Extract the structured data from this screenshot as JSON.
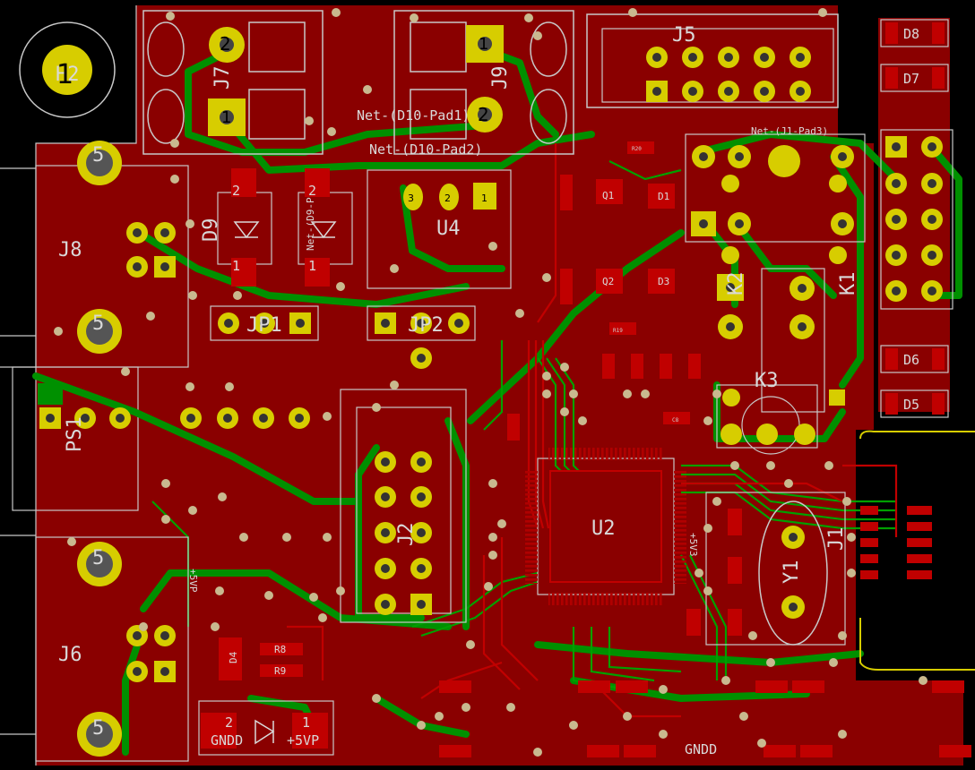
{
  "board": {
    "colors": {
      "background": "#000000",
      "copper_front": "#8a0000",
      "copper_back": "#008a00",
      "trace_red": "#b00000",
      "pad": "#d7cd00",
      "silkscreen": "#d9d9d9",
      "outline": "#c8c8c8"
    }
  },
  "mounting_hole": {
    "label": "H2",
    "number": "1"
  },
  "connectors": {
    "J7": {
      "ref": "J7",
      "pad1": "1",
      "pad2": "2"
    },
    "J9": {
      "ref": "J9",
      "pad1": "1",
      "pad2": "2"
    },
    "J5": {
      "ref": "J5"
    },
    "J8": {
      "ref": "J8",
      "top": "5",
      "bottom": "5"
    },
    "J6": {
      "ref": "J6",
      "top": "5",
      "bottom": "5"
    },
    "J2": {
      "ref": "J2"
    },
    "J1": {
      "ref": "J1"
    },
    "PS1": {
      "ref": "PS1"
    },
    "JP1": {
      "ref": "JP1"
    },
    "JP2": {
      "ref": "JP2"
    }
  },
  "nets": {
    "d10_pad1": "Net-(D10-Pad1)",
    "d10_pad2": "Net-(D10-Pad2)",
    "j1_pad3": "Net-(J1-Pad3)",
    "d9_net": "Net-(D9-Pad1)"
  },
  "components": {
    "D9": "D9",
    "D10_pad_a": "2",
    "D10_pad_b": "1",
    "D9_pad_a": "2",
    "D9_pad_b": "1",
    "U4": "U4",
    "U4_pin1": "1",
    "U4_pin2": "2",
    "U4_pin3": "3",
    "U2": "U2",
    "Y1": "Y1",
    "K1": "K1",
    "K2": "K2",
    "K3": "K3",
    "D1": "D1",
    "D3": "D3",
    "D4": "D4",
    "Q1": "Q1",
    "Q2": "Q2",
    "R8": "R8",
    "R9": "R9",
    "R19": "R19",
    "R20": "R20",
    "C8": "C8",
    "D3_bottom": "D3"
  },
  "leds": [
    "D8",
    "D7",
    "D6",
    "D5"
  ],
  "power_block": {
    "pad2": "2",
    "pad1": "1",
    "gnd": "GNDD",
    "vcc": "+5VP",
    "vertical": "+5VP",
    "side_net": "+5V3"
  },
  "bottom_labels": {
    "gndd": "GNDD"
  }
}
